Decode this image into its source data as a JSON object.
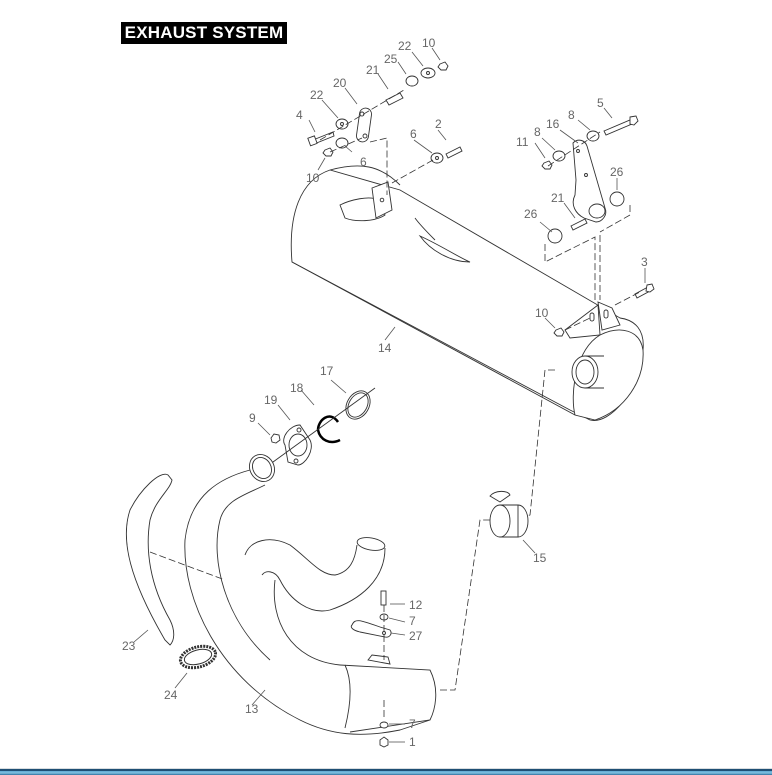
{
  "title": "EXHAUST SYSTEM",
  "labels": {
    "l1": "1",
    "l2": "2",
    "l3": "3",
    "l4": "4",
    "l5": "5",
    "l6a": "6",
    "l6b": "6",
    "l7a": "7",
    "l7b": "7",
    "l8a": "8",
    "l8b": "8",
    "l9": "9",
    "l10a": "10",
    "l10b": "10",
    "l10c": "10",
    "l11": "11",
    "l12": "12",
    "l13": "13",
    "l14": "14",
    "l15": "15",
    "l16": "16",
    "l17": "17",
    "l18": "18",
    "l19": "19",
    "l20": "20",
    "l21a": "21",
    "l21b": "21",
    "l22a": "22",
    "l22b": "22",
    "l23": "23",
    "l24": "24",
    "l25": "25",
    "l26a": "26",
    "l26b": "26",
    "l27": "27"
  },
  "parts": [
    {
      "ref": "1",
      "name": "nut"
    },
    {
      "ref": "2",
      "name": "bolt"
    },
    {
      "ref": "3",
      "name": "bolt"
    },
    {
      "ref": "4",
      "name": "bolt"
    },
    {
      "ref": "5",
      "name": "bolt"
    },
    {
      "ref": "6",
      "name": "washer"
    },
    {
      "ref": "7",
      "name": "washer"
    },
    {
      "ref": "8",
      "name": "washer"
    },
    {
      "ref": "9",
      "name": "nut"
    },
    {
      "ref": "10",
      "name": "nut"
    },
    {
      "ref": "11",
      "name": "nut"
    },
    {
      "ref": "12",
      "name": "stud"
    },
    {
      "ref": "13",
      "name": "exhaust pipe"
    },
    {
      "ref": "14",
      "name": "muffler"
    },
    {
      "ref": "15",
      "name": "clamp"
    },
    {
      "ref": "16",
      "name": "bracket"
    },
    {
      "ref": "17",
      "name": "gasket ring"
    },
    {
      "ref": "18",
      "name": "snap ring"
    },
    {
      "ref": "19",
      "name": "flange"
    },
    {
      "ref": "20",
      "name": "link plate"
    },
    {
      "ref": "21",
      "name": "spacer"
    },
    {
      "ref": "22",
      "name": "washer"
    },
    {
      "ref": "23",
      "name": "hose"
    },
    {
      "ref": "24",
      "name": "hose clamp"
    },
    {
      "ref": "25",
      "name": "bushing"
    },
    {
      "ref": "26",
      "name": "grommet"
    },
    {
      "ref": "27",
      "name": "support bracket"
    }
  ]
}
